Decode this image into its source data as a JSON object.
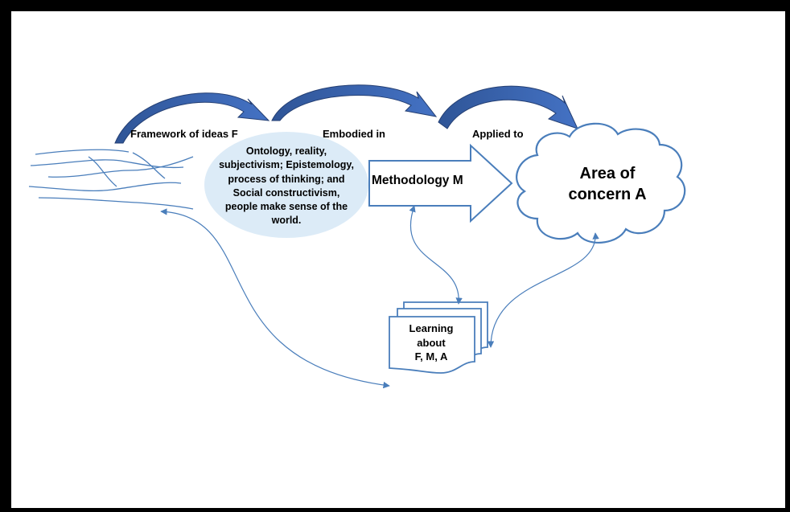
{
  "diagram": {
    "labels": {
      "framework": "Framework of ideas F",
      "embodied": "Embodied in",
      "applied": "Applied to"
    },
    "framework_node": {
      "text": "Ontology, reality,\nsubjectivism; Epistemology,\nprocess of thinking; and\nSocial constructivism,\npeople make sense  of the\nworld."
    },
    "methodology_node": {
      "text": "Methodology M"
    },
    "area_node": {
      "text": "Area of\nconcern A"
    },
    "learning_node": {
      "text": "Learning\nabout\nF, M, A"
    },
    "colors": {
      "ellipse_fill": "#dcebf7",
      "arrow_blue": "#2f5597",
      "arrow_fill_light": "#4472c4",
      "outline_blue": "#4a7ebb",
      "connector_blue": "#4a7ebb",
      "frame_border": "#000000"
    }
  }
}
